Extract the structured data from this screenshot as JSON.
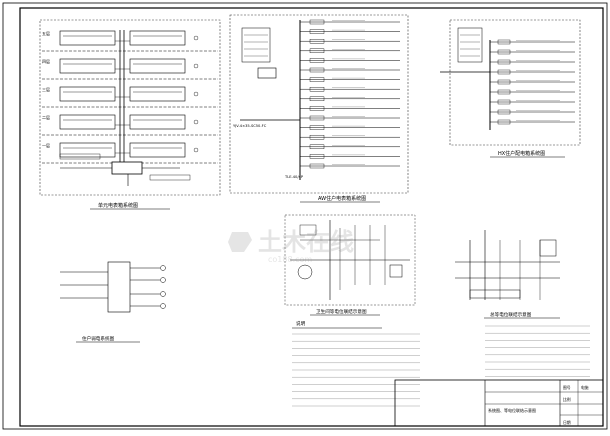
{
  "drawing": {
    "title_multi_unit": "单元电表箱系统图",
    "title_aw": "AW住户电表箱系统图",
    "title_hx": "HX住户配电箱系统图",
    "title_household_wiring": "住户弱电系统图",
    "title_toilet": "卫生间等电位联结示意图",
    "title_kitchen": "总等电位联结示意图",
    "notes_heading": "说明",
    "title_block_name": "系统图、等电位联结示意图",
    "title_block_labels": [
      "图号",
      "电施",
      "比例",
      "日期"
    ]
  },
  "floors": [
    "五层",
    "四层",
    "三层",
    "二层",
    "一层"
  ],
  "aw": {
    "incoming_label_1": "YJV-4×35-SC50-FC",
    "incoming_label_2": "TLE-40/4P"
  },
  "watermark": {
    "brand": "土木在线",
    "site": "co188.com"
  }
}
